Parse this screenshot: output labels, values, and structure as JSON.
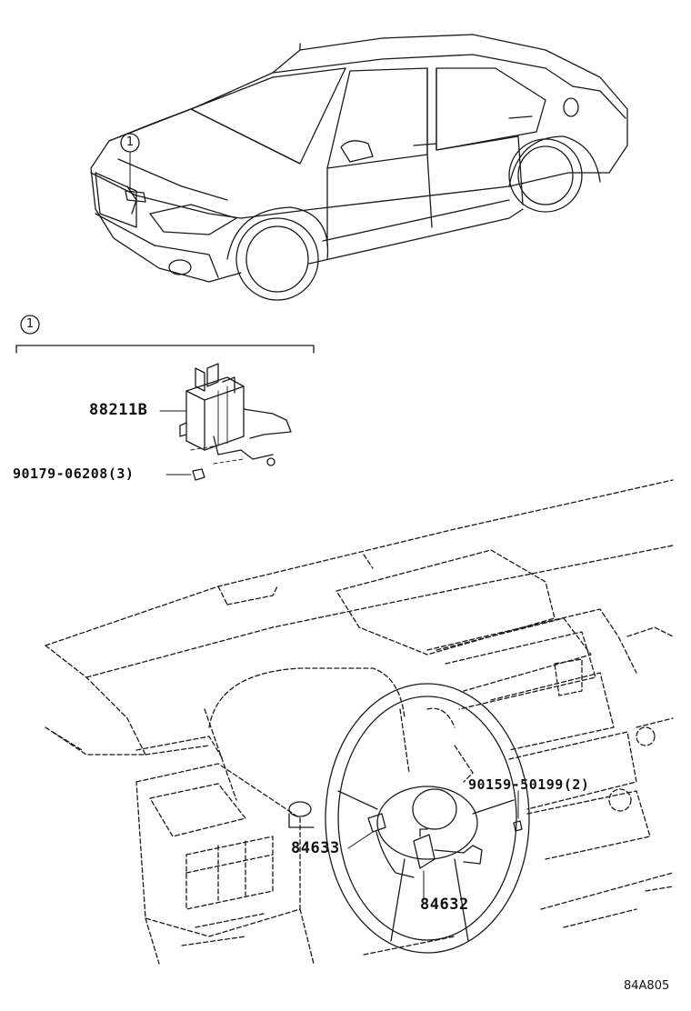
{
  "callouts": {
    "car_callout": "1",
    "detail_callout": "1"
  },
  "parts": {
    "module": "88211B",
    "module_bolt": "90179-06208(3)",
    "screw": "90159-50199(2)",
    "switch_left": "84633",
    "switch_assy": "84632"
  },
  "ref_code": "84A805"
}
